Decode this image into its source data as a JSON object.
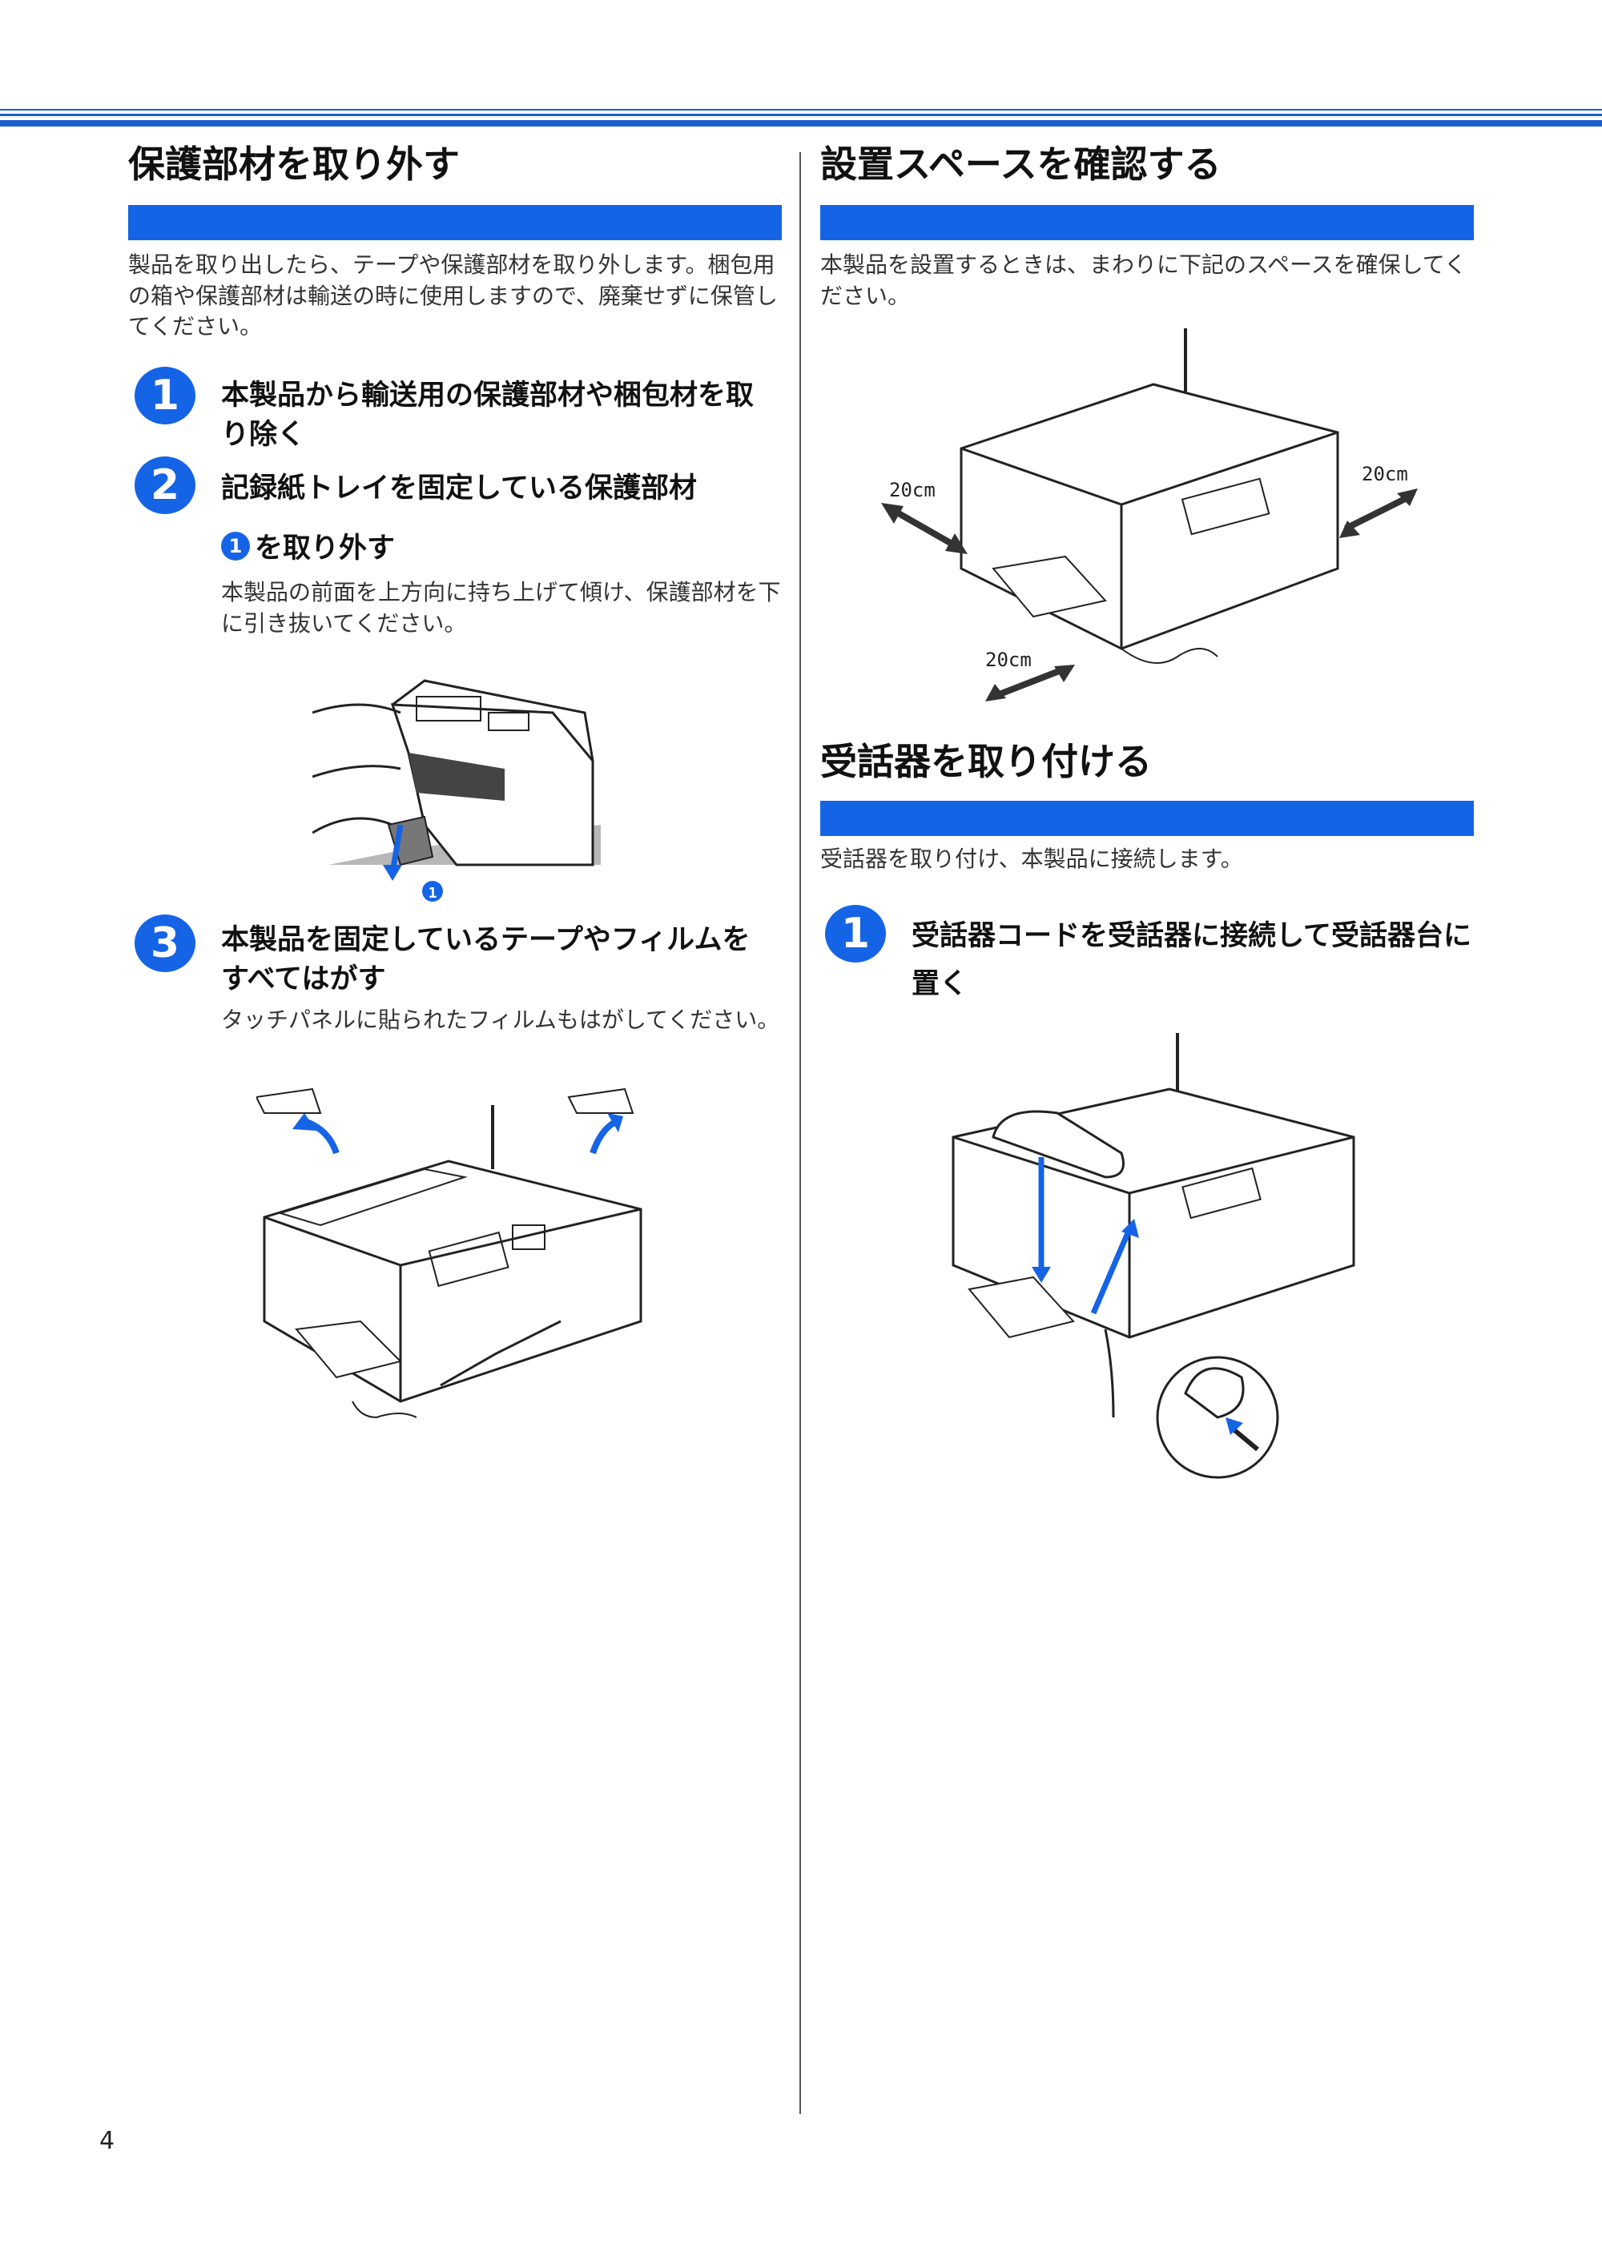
{
  "left": {
    "heading": "保護部材を取り外す",
    "intro": "製品を取り出したら、テープや保護部材を取り外します。梱包用の箱や保護部材は輸送の時に使用しますので、廃棄せずに保管してください。",
    "steps": [
      {
        "number": "1",
        "title": "本製品から輸送用の保護部材や梱包材を取り除く"
      },
      {
        "number": "2",
        "title": "記録紙トレイを固定している保護部材",
        "sub_marker": "1",
        "sub_title": "を取り外す",
        "body": "本製品の前面を上方向に持ち上げて傾け、保護部材を下に引き抜いてください。",
        "figure_callout": "1"
      },
      {
        "number": "3",
        "title": "本製品を固定しているテープやフィルムをすべてはがす",
        "body": "タッチパネルに貼られたフィルムもはがしてください。"
      }
    ]
  },
  "right": {
    "section1": {
      "heading": "設置スペースを確認する",
      "intro": "本製品を設置するときは、まわりに下記のスペースを確保してください。",
      "clearance_labels": [
        "20cm",
        "20cm",
        "20cm"
      ]
    },
    "section2": {
      "heading": "受話器を取り付ける",
      "intro": "受話器を取り付け、本製品に接続します。",
      "steps": [
        {
          "number": "1",
          "title": "受話器コードを受話器に接続して受話器台に置く"
        }
      ]
    }
  },
  "page_number": "4",
  "colors": {
    "accent": "#1564e6",
    "rule": "#1a5fd0"
  }
}
